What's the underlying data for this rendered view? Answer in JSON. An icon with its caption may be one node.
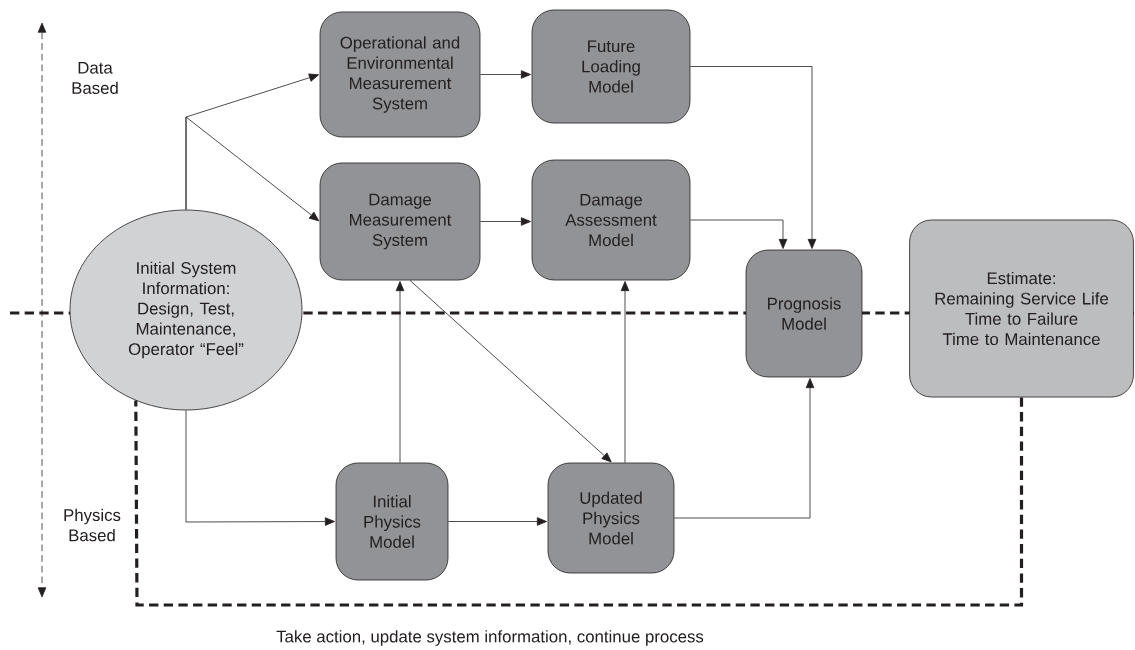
{
  "diagram": {
    "nodes": [
      {
        "text": [
          "Initial System Information: Design, Test, Maintenance, Operator “Feel”"
        ]
      },
      {
        "text": [
          "Operational and Environmental Measurement System"
        ]
      },
      {
        "text": [
          "Future Loading Model"
        ]
      },
      {
        "text": [
          "Damage Measurement System"
        ]
      },
      {
        "text": [
          "Damage Assessment Model"
        ]
      },
      {
        "text": [
          "Prognosis Model"
        ]
      },
      {
        "text": [
          "Estimate:",
          "Remaining Service Life",
          "Time to Failure",
          "Time to Maintenance"
        ]
      },
      {
        "text": [
          "Initial Physics Model"
        ]
      },
      {
        "text": [
          "Updated Physics Model"
        ]
      }
    ],
    "edges": [
      {
        "from": 0,
        "to": 1,
        "arrow": "to"
      },
      {
        "from": 0,
        "to": 3,
        "arrow": "to"
      },
      {
        "from": 1,
        "to": 2,
        "arrow": "to"
      },
      {
        "from": 3,
        "to": 4,
        "arrow": "to"
      },
      {
        "from": 2,
        "to": 5,
        "arrow": "to"
      },
      {
        "from": 4,
        "to": 5,
        "arrow": "to"
      },
      {
        "from": 0,
        "to": 7,
        "arrow": "to"
      },
      {
        "from": 7,
        "to": 3,
        "arrow": "to"
      },
      {
        "from": 3,
        "to": 8,
        "arrow": "to"
      },
      {
        "from": 7,
        "to": 8,
        "arrow": "to"
      },
      {
        "from": 8,
        "to": 4,
        "arrow": "to"
      },
      {
        "from": 8,
        "to": 5,
        "arrow": "to"
      },
      {
        "from": 6,
        "to": 0,
        "arrow": "none",
        "style": "dashed",
        "label": "Take action, update system information, continue process"
      }
    ],
    "labels": [
      "Data Based",
      "Physics Based"
    ]
  }
}
